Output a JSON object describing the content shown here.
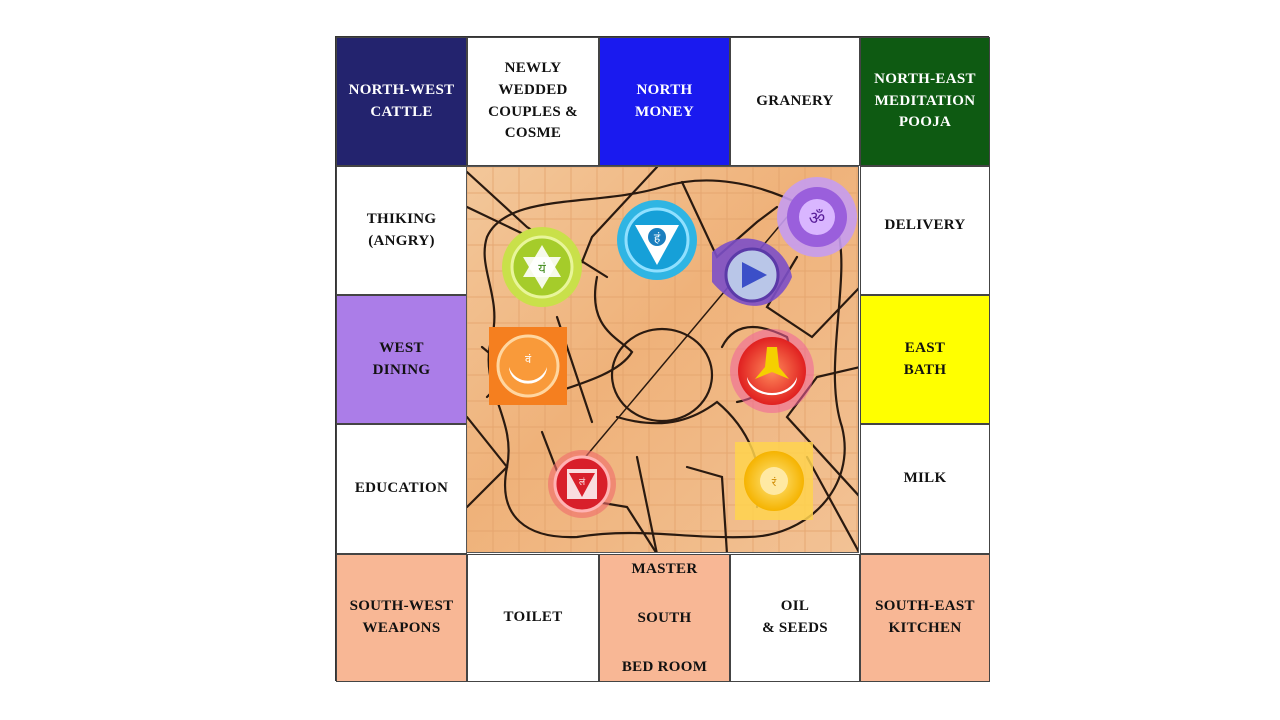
{
  "colors": {
    "navy": "#23236e",
    "blue": "#1a1aef",
    "green": "#0e5a12",
    "purple": "#ab7de8",
    "yellow": "#ffff00",
    "peach": "#f8b795",
    "white": "#ffffff"
  },
  "zones": {
    "northwest": [
      "NORTH-WEST",
      "CATTLE"
    ],
    "newly_wedded": [
      "NEWLY",
      "WEDDED",
      "COUPLES &",
      "COSME"
    ],
    "north": [
      "NORTH",
      "MONEY"
    ],
    "granery": [
      "GRANERY"
    ],
    "northeast": [
      "NORTH-EAST",
      "MEDITATION",
      "POOJA"
    ],
    "thinking": [
      "THIKING",
      "(ANGRY)"
    ],
    "delivery": [
      "DELIVERY"
    ],
    "west": [
      "WEST",
      "DINING"
    ],
    "east": [
      "EAST",
      "BATH"
    ],
    "education": [
      "EDUCATION"
    ],
    "milk": [
      "MILK"
    ],
    "southwest": [
      "SOUTH-WEST",
      "WEAPONS"
    ],
    "toilet": [
      "TOILET"
    ],
    "south": [
      "MASTER",
      "SOUTH",
      "BED ROOM"
    ],
    "oil_seeds": [
      "OIL",
      "& SEEDS"
    ],
    "southeast": [
      "SOUTH-EAST",
      "KITCHEN"
    ]
  },
  "chakras": {
    "crown": "ॐ",
    "heart": "यं",
    "throat": "हं",
    "sacral": "वं",
    "root": "लं",
    "third_eye_icon": "triangle-eye-icon",
    "navel_icon": "flame-figure-icon",
    "solar_plexus": "रं"
  }
}
